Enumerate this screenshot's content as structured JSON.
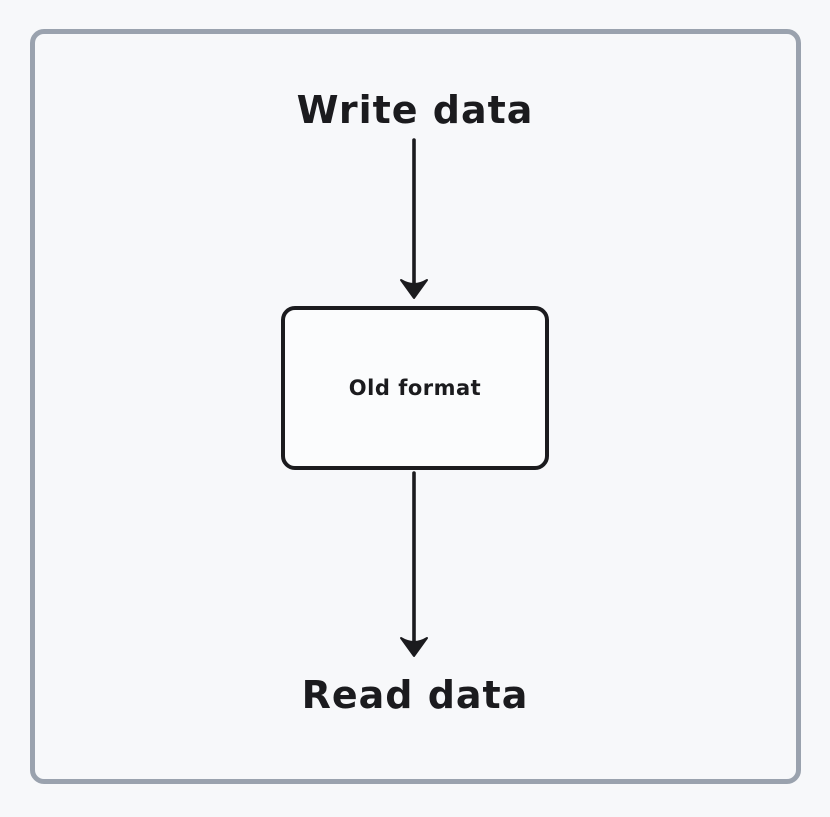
{
  "canvas": {
    "background_color": "#f7f8fa",
    "frame_border_color": "#9aa2ae",
    "ink_color": "#1b1b1e"
  },
  "diagram": {
    "top_label": "Write data",
    "node": {
      "label": "Old format"
    },
    "bottom_label": "Read data",
    "arrows": [
      {
        "name": "write-to-node-arrow",
        "direction": "down"
      },
      {
        "name": "node-to-read-arrow",
        "direction": "down"
      }
    ]
  }
}
